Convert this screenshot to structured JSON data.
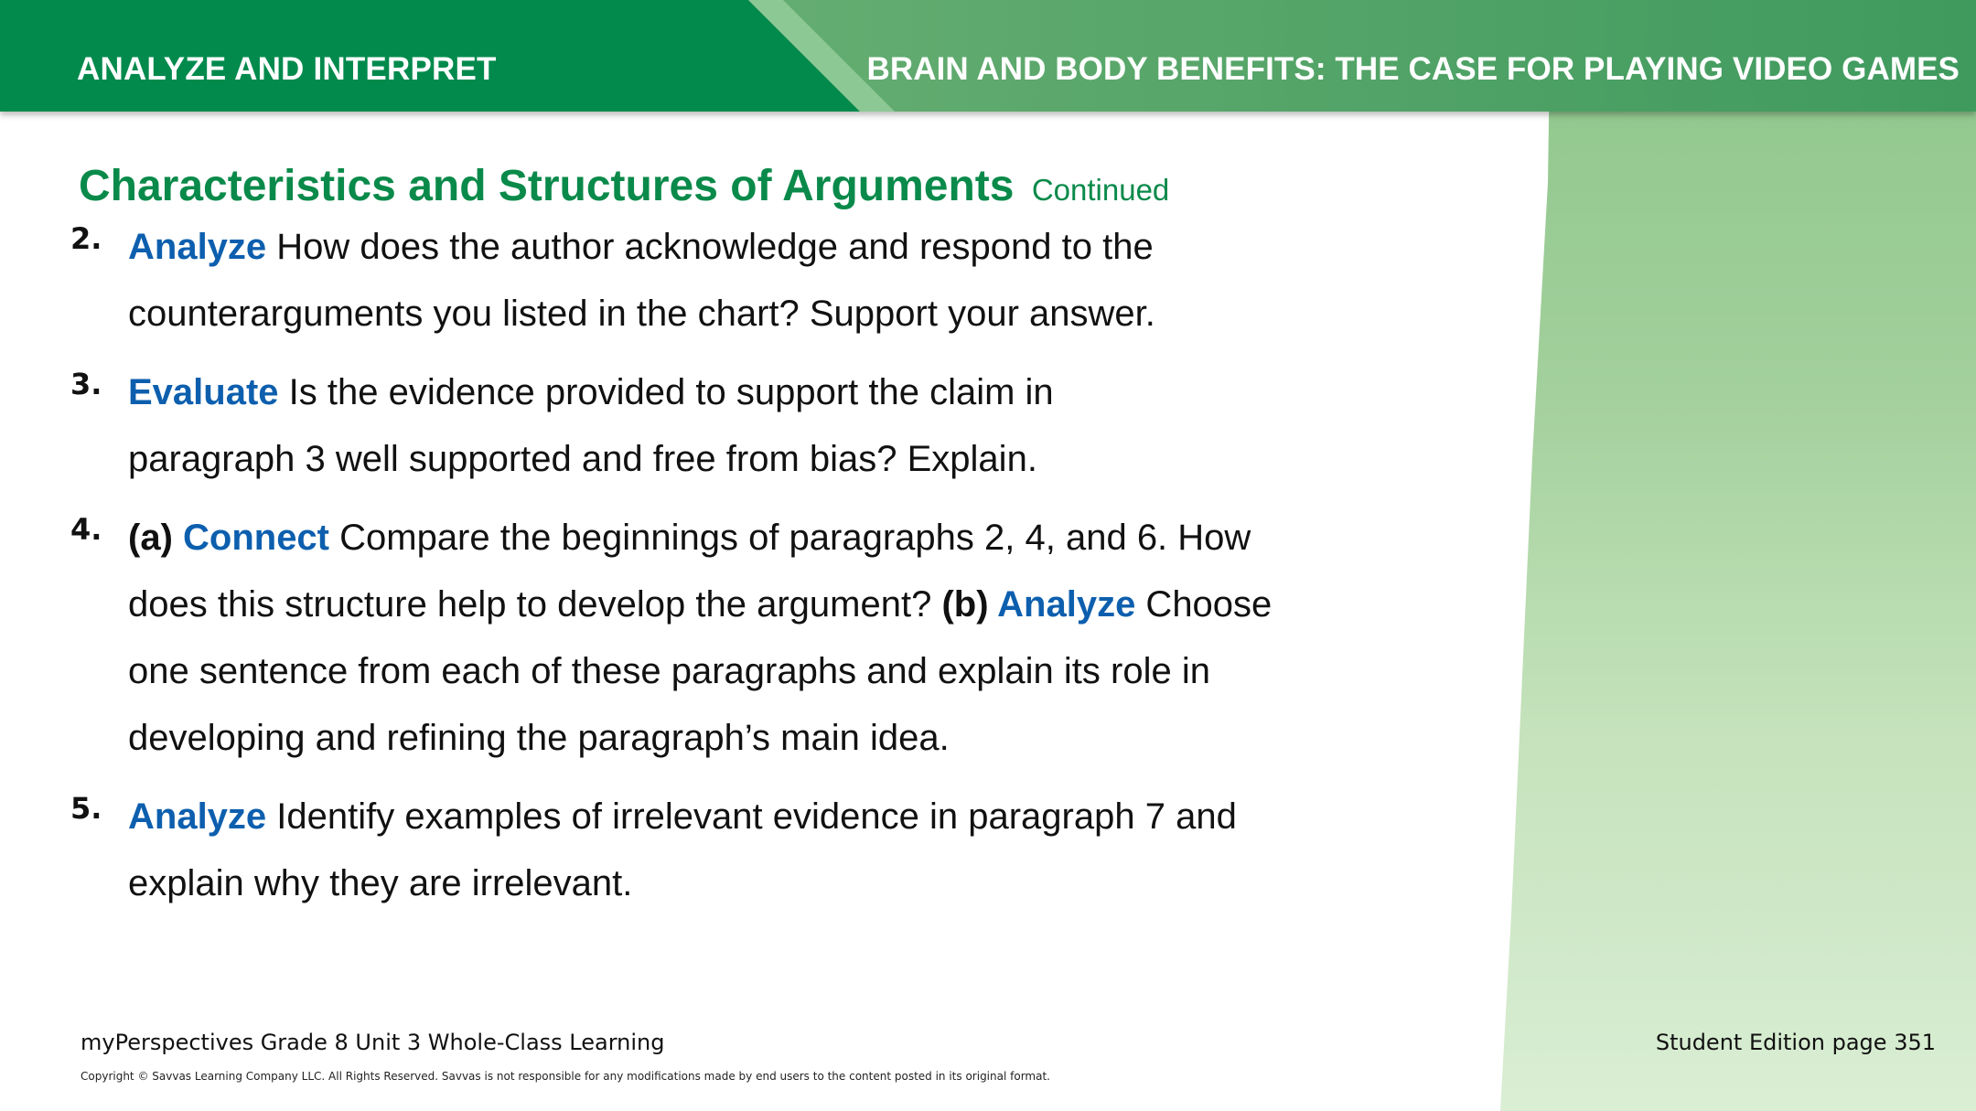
{
  "header": {
    "left_title": "ANALYZE AND INTERPRET",
    "right_title": "BRAIN AND BODY BENEFITS: THE CASE FOR PLAYING VIDEO GAMES"
  },
  "section": {
    "title": "Characteristics and Structures of Arguments",
    "continued": "Continued"
  },
  "questions": [
    {
      "number": "2.",
      "keyword": "Analyze",
      "text": " How does the author acknowledge and respond to the counterarguments you listed in the chart? Support your answer."
    },
    {
      "number": "3.",
      "keyword": "Evaluate",
      "text": " Is the evidence provided to support the claim in paragraph 3 well supported and free from bias? Explain."
    },
    {
      "number": "4.",
      "part_a": "(a) ",
      "keyword_a": "Connect",
      "text_a": " Compare the beginnings of paragraphs 2, 4, and 6. How does this structure help to develop the argument? ",
      "part_b": "(b) ",
      "keyword_b": "Analyze",
      "text_b": " Choose one sentence from each of these paragraphs and explain its role in developing and refining the paragraph’s main idea."
    },
    {
      "number": "5.",
      "keyword": "Analyze",
      "text": " Identify examples of irrelevant evidence in paragraph 7 and explain why they are irrelevant."
    }
  ],
  "footer": {
    "course": "myPerspectives Grade 8 Unit 3 Whole-Class Learning",
    "page_ref": "Student Edition page 351",
    "copyright": "Copyright © Savvas Learning Company LLC. All Rights Reserved. Savvas is not responsible for any modifications made by end users to the content posted in its original format."
  },
  "colors": {
    "header_green": "#028a4d",
    "title_green": "#0a8a4a",
    "keyword_blue": "#0d5fae"
  }
}
